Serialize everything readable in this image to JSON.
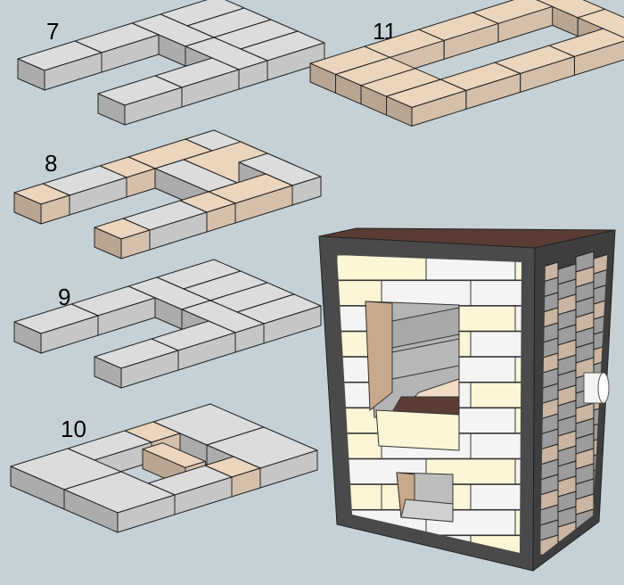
{
  "steps": [
    {
      "label": "7"
    },
    {
      "label": "8"
    },
    {
      "label": "9"
    },
    {
      "label": "10"
    },
    {
      "label": "11"
    }
  ],
  "colors": {
    "background": "#c6d1d6",
    "gray_brick": "#dcdcdc",
    "tan_brick": "#ecd5bd",
    "cream_brick": "#fdf6d6",
    "white_brick": "#f4f4f4",
    "frame": "#4a4a4a",
    "stove_top": "#5a3c34"
  }
}
